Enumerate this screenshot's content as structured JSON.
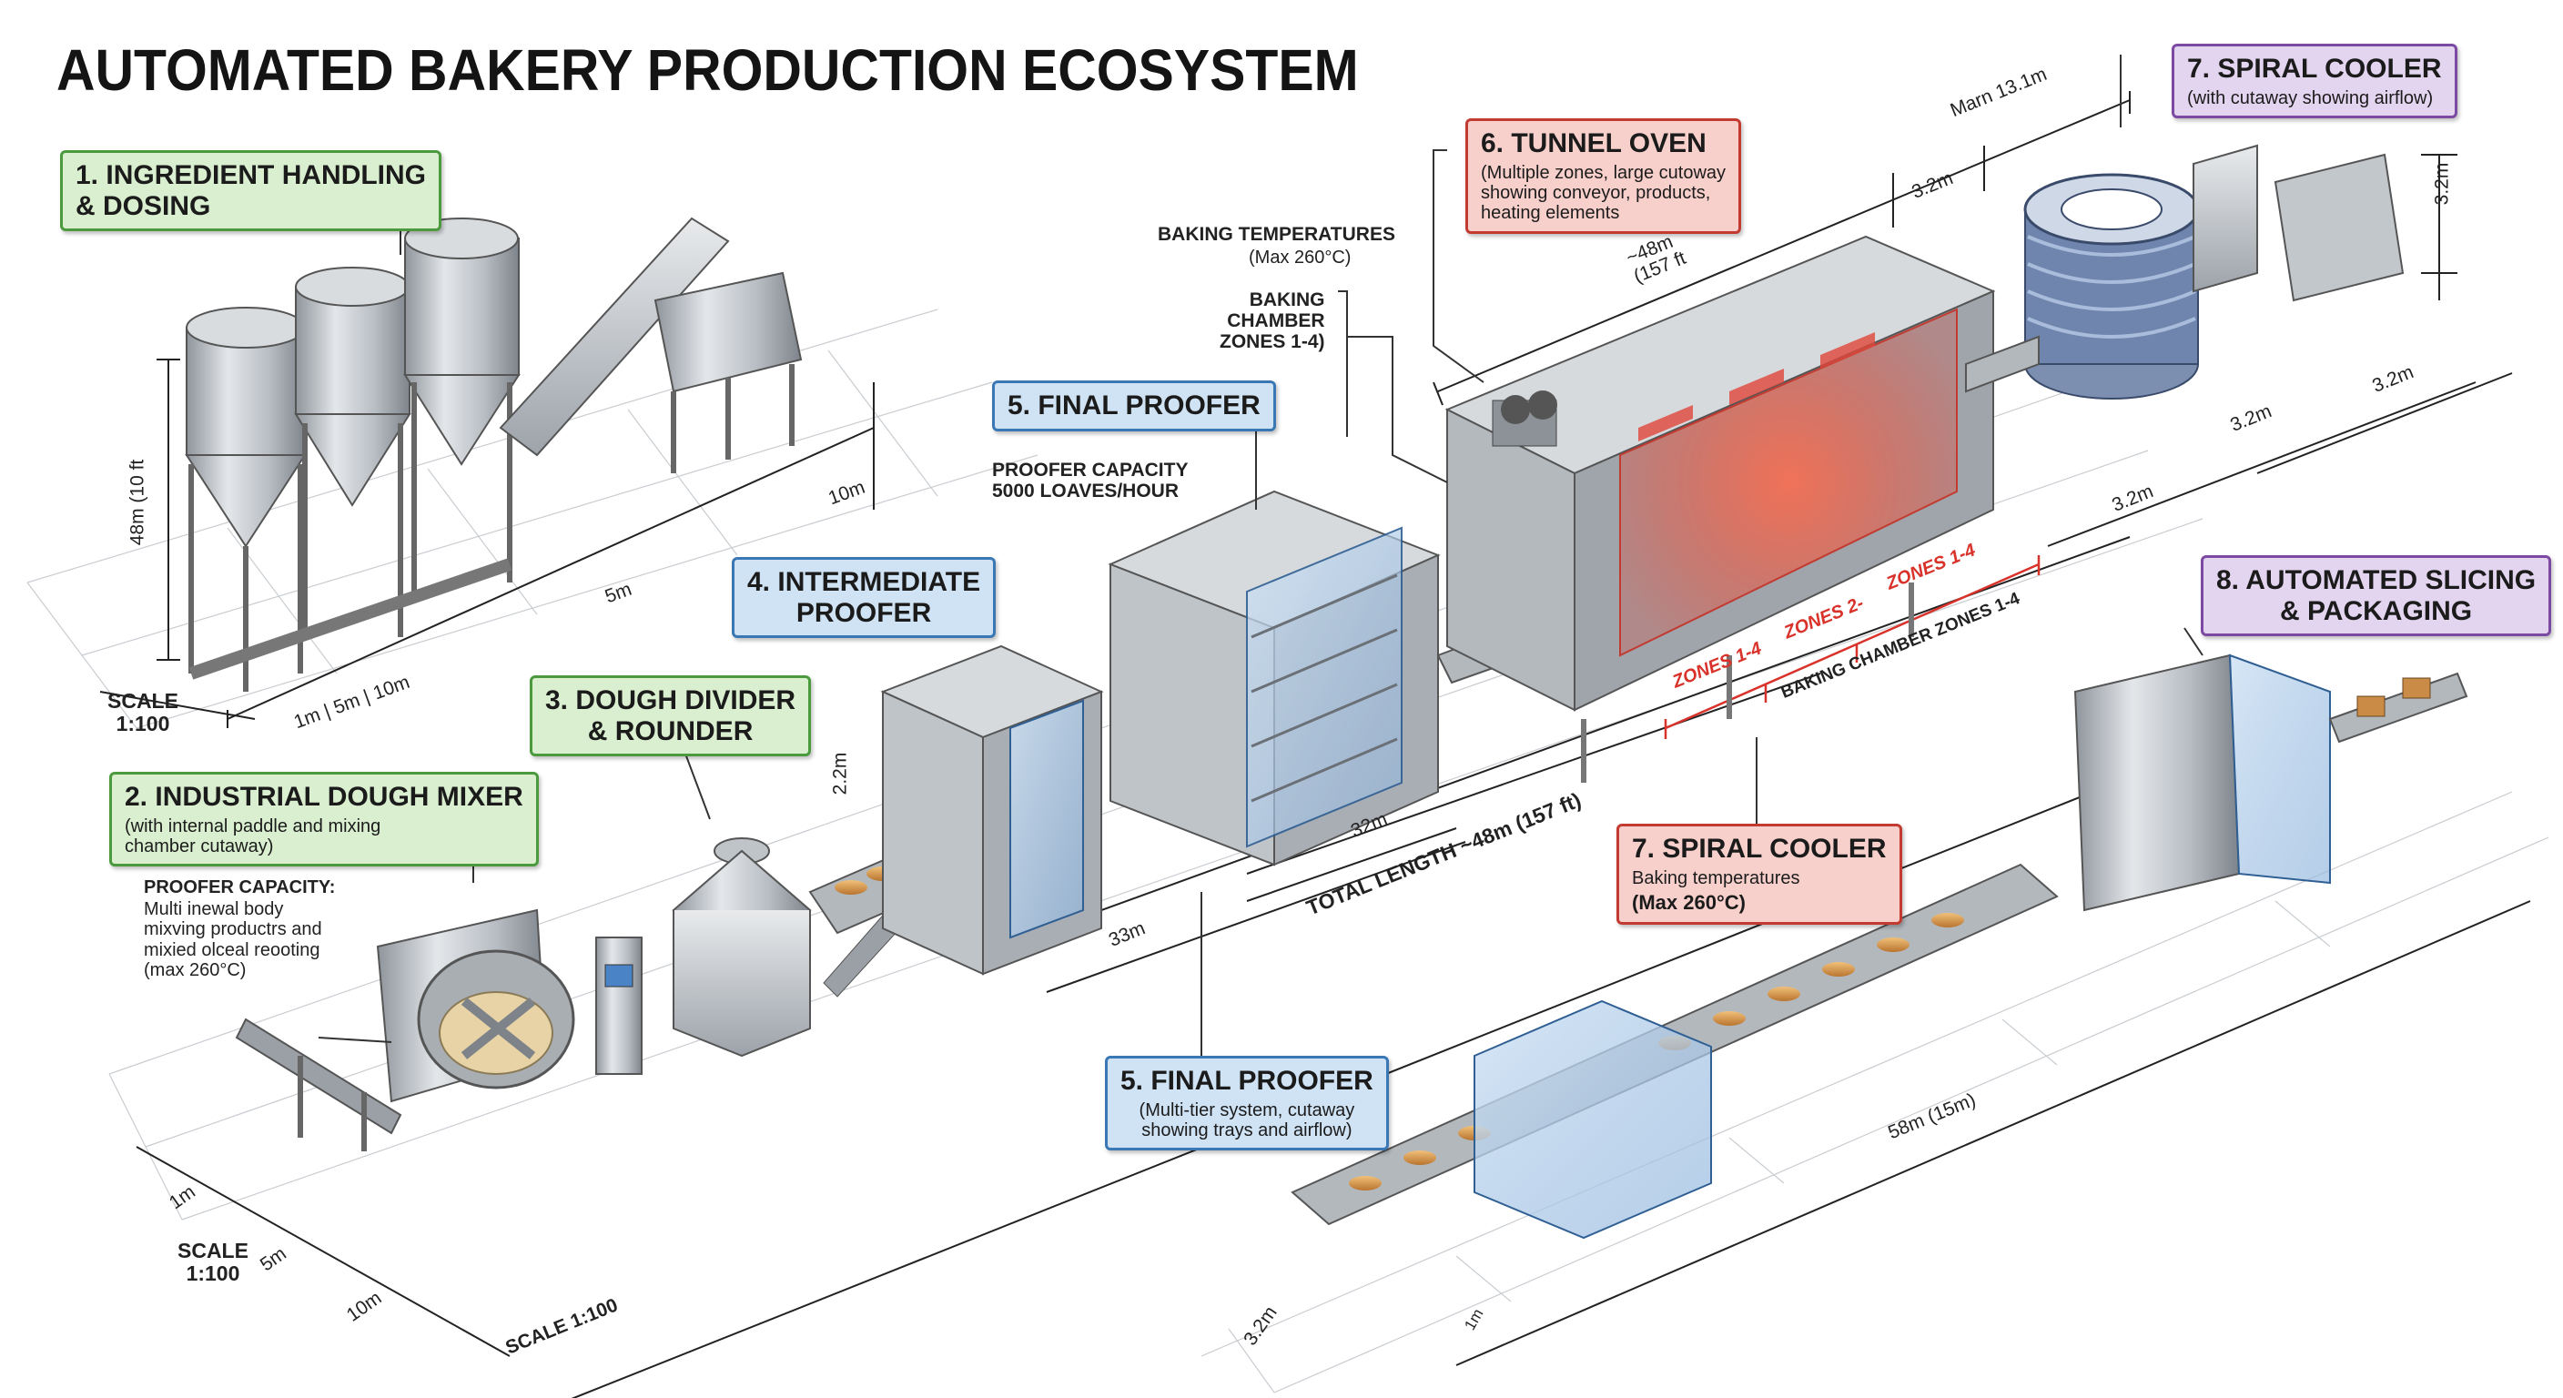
{
  "title": "AUTOMATED BAKERY PRODUCTION ECOSYSTEM",
  "colors": {
    "green": "#4c9a3e",
    "blue": "#3a78b5",
    "red": "#c23a30",
    "purple": "#7d4aa3",
    "steel": "#b9bec4"
  },
  "callouts": {
    "c1": {
      "heading": "1. INGREDIENT HANDLING\n& DOSING"
    },
    "c2": {
      "heading": "2. INDUSTRIAL DOUGH MIXER",
      "sub": "(with internal paddle and mixing\nchamber cutaway)"
    },
    "c3": {
      "heading": "3. DOUGH DIVIDER\n& ROUNDER"
    },
    "c4": {
      "heading": "4. INTERMEDIATE\nPROOFER"
    },
    "c5a": {
      "heading": "5. FINAL PROOFER"
    },
    "c5b": {
      "heading": "5. FINAL PROOFER",
      "sub": "(Multi-tier system, cutaway\nshowing trays and airflow)"
    },
    "c6": {
      "heading": "6. TUNNEL OVEN",
      "sub": "(Multiple zones, large cutoway\nshowing conveyor, products,\nheating elements"
    },
    "c7a": {
      "heading": "7. SPIRAL COOLER",
      "sub": "(with cutaway showing airflow)"
    },
    "c7b": {
      "heading": "7. SPIRAL COOLER",
      "sub": "Baking temperatures",
      "extra": "(Max 260°C)"
    },
    "c8": {
      "heading": "8. AUTOMATED SLICING\n& PACKAGING"
    }
  },
  "annotations": {
    "proofer_capacity_left": "PROOFER CAPACITY:",
    "proofer_capacity_left_text": "Multi inewal body\nmixving productrs and\nmixied olceal reooting\n(max 260°C)",
    "proofer_capacity_mid": "PROOFER CAPACITY\n5000 LOAVES/HOUR",
    "baking_temps": "BAKING TEMPERATURES",
    "baking_temps_max": "(Max 260°C)",
    "baking_chamber": "BAKING\nCHAMBER\nZONES 1-4)",
    "zones_1_4_a": "ZONES 1-4",
    "zones_2": "ZONES 2-",
    "zones_1_4_b": "ZONES 1-4",
    "baking_chamber_zones": "BAKING CHAMBER ZONES 1-4"
  },
  "dimensions": {
    "silo_height": "48m (10 ft",
    "ten_m": "10m",
    "five_m": "5m",
    "scale_left": "SCALE\n1:100",
    "scale_marks": "1m | 5m | 10m",
    "h_2_2m": "2.2m",
    "d_33m": "33m",
    "d_32m": "32m",
    "total_length": "TOTAL LENGTH ~48m (157 ft)",
    "oven_len": "~48m\n(157 ft",
    "marn": "Marn 13.1m",
    "m32a": "3.2m",
    "m32b": "3.2m",
    "m32c": "3.2m",
    "m32d": "3.2m",
    "m32e": "3.2m",
    "m32f": "3.2m",
    "m58": "58m (15m)",
    "scale_bottom": "SCALE\n1:100",
    "one_m": "1m",
    "five_m_b": "5m",
    "ten_m_b": "10m",
    "scale_line": "SCALE 1:100",
    "m1m": "1m"
  }
}
